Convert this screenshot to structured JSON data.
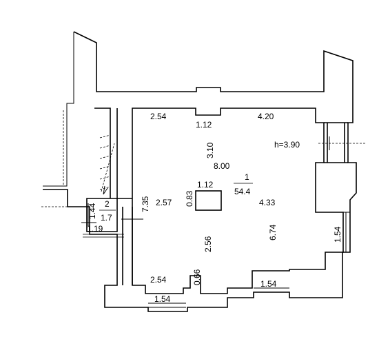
{
  "floorplan": {
    "rooms": [
      {
        "number": "1",
        "area": "54.4"
      },
      {
        "number": "2",
        "area": "1.7"
      }
    ],
    "ceiling_height": "h=3.90",
    "dimensions": {
      "top_left": "2.54",
      "top_niche": "1.12",
      "top_right": "4.20",
      "height_310": "3.10",
      "width_800": "8.00",
      "column_width": "1.12",
      "column_depth": "0.83",
      "left_257": "2.57",
      "left_735": "7.35",
      "right_433": "4.33",
      "mid_674": "6.74",
      "mid_256": "2.56",
      "right_window": "1.54",
      "bottom_254": "2.54",
      "bottom_066": "0.66",
      "bottom_154_right": "1.54",
      "bottom_154_left": "1.54",
      "room2_144": "1.44",
      "room2_119": "1.19"
    }
  }
}
